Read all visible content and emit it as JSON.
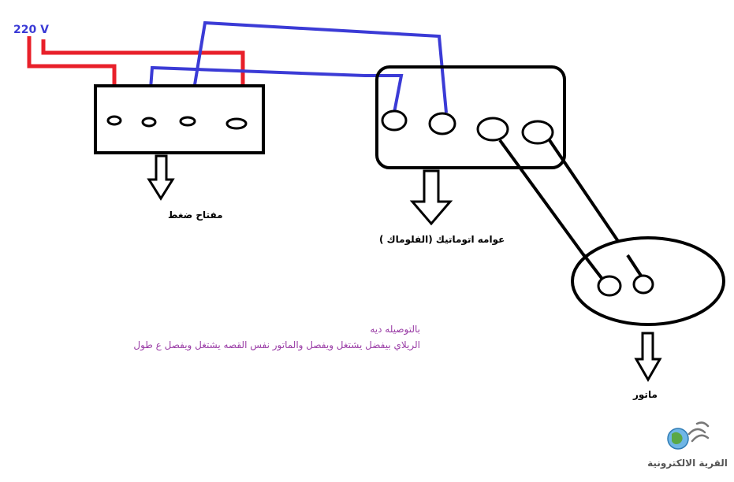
{
  "labels": {
    "voltage": "220 V",
    "push_switch": "مفتاح ضغط",
    "auto_float": "عوامه اتوماتيك (الفلوماك )",
    "motor": "ماتور"
  },
  "note": {
    "line1": "بالتوصيله ديه",
    "line2": "الريلاي بيفضل يشتغل ويفصل والماتور نفس القصه يشتغل ويفصل ع طول"
  },
  "logo": {
    "text": "القرية الالكترونية"
  },
  "colors": {
    "live_wire": "#e8202a",
    "neutral_wire": "#3b3bd6",
    "voltage_text": "#3b3bd6",
    "note_text": "#9a3da6",
    "outline": "#000000"
  }
}
